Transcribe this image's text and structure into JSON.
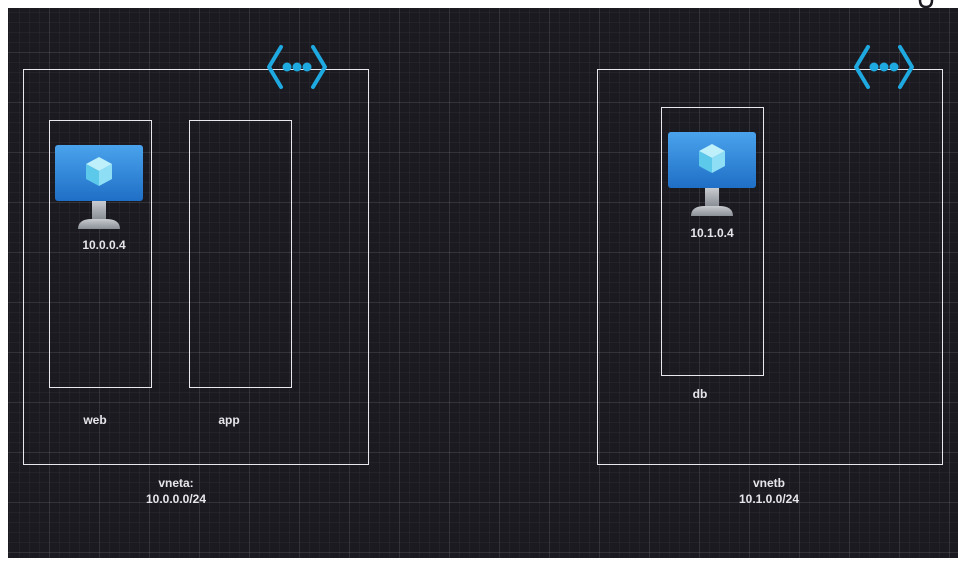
{
  "vnets": [
    {
      "name": "vneta:",
      "cidr": "10.0.0.0/24",
      "subnets": [
        {
          "name": "web",
          "vm_ip": "10.0.0.4"
        },
        {
          "name": "app"
        }
      ]
    },
    {
      "name": "vnetb",
      "cidr": "10.1.0.0/24",
      "subnets": [
        {
          "name": "db",
          "vm_ip": "10.1.0.4"
        }
      ]
    }
  ],
  "icons": {
    "vnet": "virtual-network-icon",
    "vm": "virtual-machine-icon"
  },
  "colors": {
    "background": "#1b1a21",
    "border": "#e8e8ee",
    "text": "#e6e6ea",
    "vnet_icon": "#1fa9e1",
    "vm_blue": "#2f86dc",
    "vm_cube": "#7fd8f0"
  }
}
